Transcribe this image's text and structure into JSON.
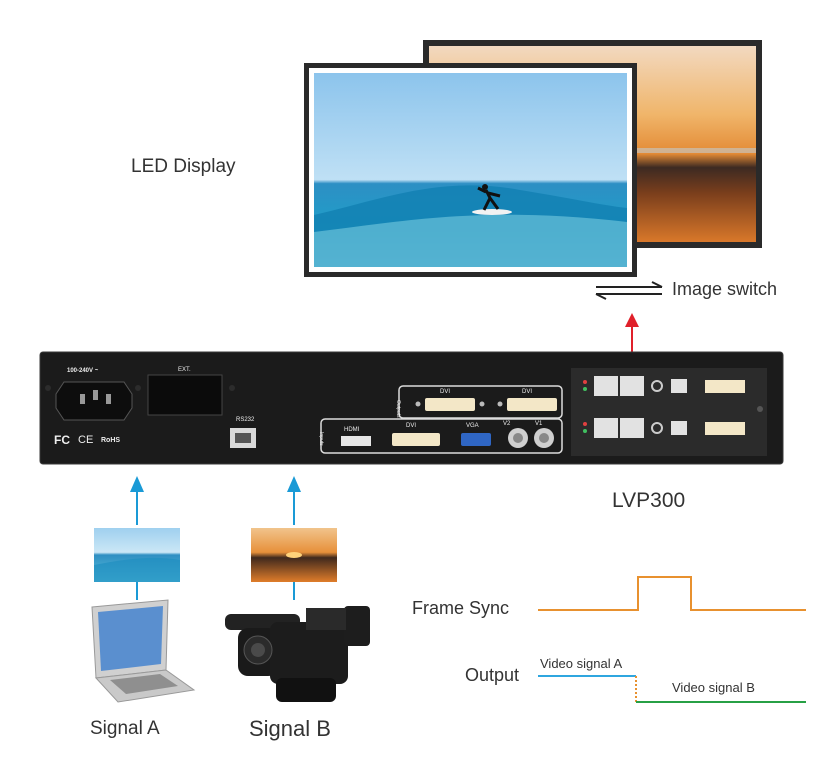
{
  "display": {
    "label": "LED Display"
  },
  "switch": {
    "label": "Image switch"
  },
  "device": {
    "model": "LVP300",
    "power_label": "100-240V ~",
    "ext_label": "EXT.",
    "rs232_label": "RS232",
    "outputs_label": "Outputs",
    "inputs_label": "Inputs",
    "dvi_out_1": "DVI",
    "dvi_out_2": "DVI",
    "hdmi_label": "HDMI",
    "dvi_in_label": "DVI",
    "vga_label": "VGA",
    "v2_label": "V2",
    "v1_label": "V1",
    "cert_fc": "FC",
    "cert_ce": "CE",
    "cert_rohs": "RoHS"
  },
  "sources": {
    "signal_a": "Signal  A",
    "signal_b": "Signal B"
  },
  "timing": {
    "frame_sync_label": "Frame Sync",
    "output_label": "Output",
    "video_a_label": "Video signal A",
    "video_b_label": "Video signal B"
  },
  "colors": {
    "arrow_blue": "#1a9ad6",
    "arrow_red": "#e0202a",
    "sync_orange": "#e8912f",
    "signal_a_blue": "#2fa6df",
    "signal_b_green": "#27a045",
    "device_body": "#1b1b1b"
  }
}
